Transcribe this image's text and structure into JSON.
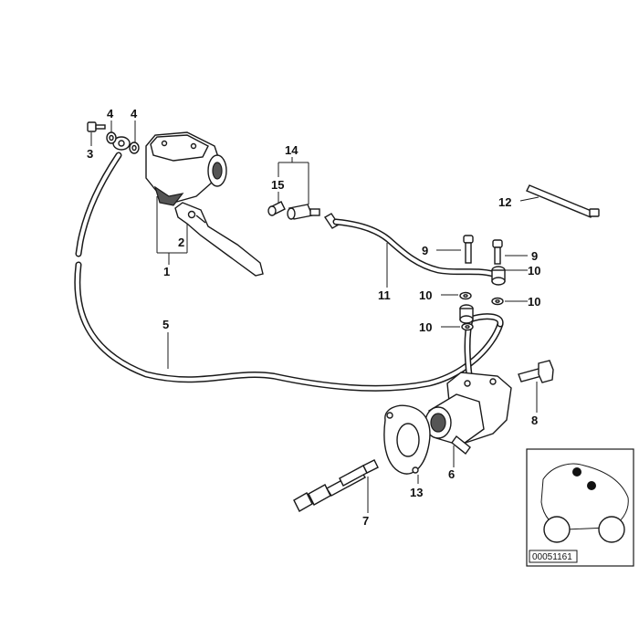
{
  "labels": {
    "l1": "1",
    "l2": "2",
    "l3": "3",
    "l4a": "4",
    "l4b": "4",
    "l5": "5",
    "l6": "6",
    "l7": "7",
    "l8": "8",
    "l9a": "9",
    "l9b": "9",
    "l10a": "10",
    "l10b": "10",
    "l10c": "10",
    "l10d": "10",
    "l11": "11",
    "l12": "12",
    "l13": "13",
    "l14": "14",
    "l15": "15"
  },
  "inset": {
    "reference_number": "00051161"
  },
  "colors": {
    "line": "#1a1a1a",
    "background": "#ffffff"
  }
}
